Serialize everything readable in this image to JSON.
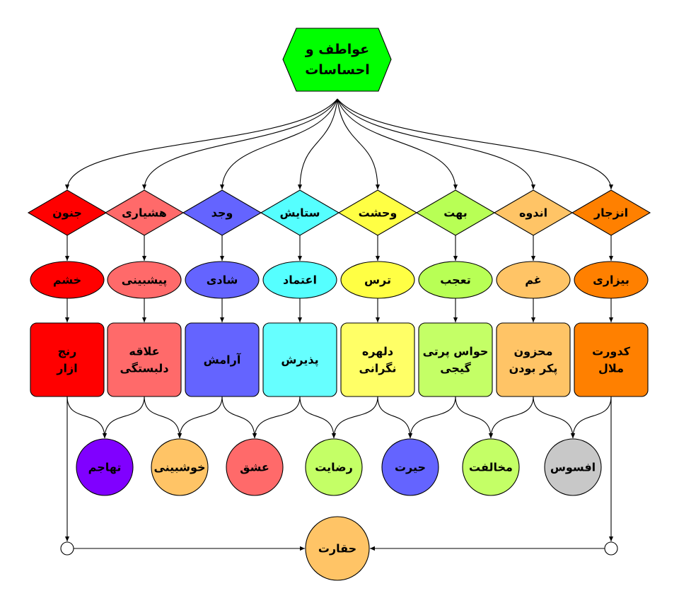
{
  "root": {
    "lines": [
      "عواطف و",
      "احساسات"
    ],
    "color": "#00ff00"
  },
  "columns": [
    {
      "diamond": "جنون",
      "ellipse": "خشم",
      "box": [
        "رنج",
        "ازار"
      ],
      "color": "#ff0000",
      "light": "#ff0000"
    },
    {
      "diamond": "هشیاری",
      "ellipse": "پیشبینی",
      "box": [
        "علاقه",
        "دلبستگی"
      ],
      "color": "#ff6a6a",
      "light": "#ff6a6a"
    },
    {
      "diamond": "وجد",
      "ellipse": "شادی",
      "box": [
        "آرامش"
      ],
      "color": "#6464ff",
      "light": "#6464ff"
    },
    {
      "diamond": "ستایش",
      "ellipse": "اعتماد",
      "box": [
        "پذیرش"
      ],
      "color": "#55ffff",
      "light": "#66ffff"
    },
    {
      "diamond": "وحشت",
      "ellipse": "ترس",
      "box": [
        "دلهره",
        "نگرانی"
      ],
      "color": "#ffff44",
      "light": "#ffff66"
    },
    {
      "diamond": "بهت",
      "ellipse": "تعجب",
      "box": [
        "حواس پرتی",
        "گیجی"
      ],
      "color": "#b8ff55",
      "light": "#c4ff66"
    },
    {
      "diamond": "اندوه",
      "ellipse": "غم",
      "box": [
        "محزون",
        "پکر بودن"
      ],
      "color": "#ffc466",
      "light": "#ffc466"
    },
    {
      "diamond": "انزجار",
      "ellipse": "بیزاری",
      "box": [
        "کدورت",
        "ملال"
      ],
      "color": "#ff8000",
      "light": "#ff8000"
    }
  ],
  "circles": [
    {
      "label": "تهاجم",
      "color": "#8000ff"
    },
    {
      "label": "خوشبینی",
      "color": "#ffc466"
    },
    {
      "label": "عشق",
      "color": "#ff6a6a"
    },
    {
      "label": "رضایت",
      "color": "#c4ff66"
    },
    {
      "label": "حیرت",
      "color": "#6464ff"
    },
    {
      "label": "مخالفت",
      "color": "#c4ff66"
    },
    {
      "label": "افسوس",
      "color": "#c8c8c8"
    }
  ],
  "bottom": {
    "label": "حقارت",
    "color": "#ffc466"
  }
}
